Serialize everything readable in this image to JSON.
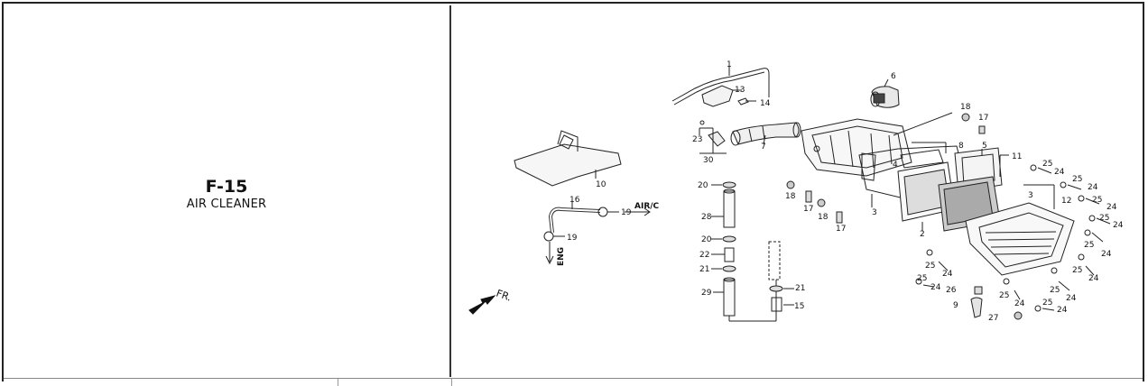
{
  "section": {
    "code": "F-15",
    "name": "AIR CLEANER"
  },
  "labels": {
    "air_c": "AIR/C",
    "eng": "ENG",
    "front": "FR."
  },
  "parts": [
    "1",
    "2",
    "3",
    "3",
    "4",
    "5",
    "6",
    "7",
    "8",
    "9",
    "10",
    "11",
    "12",
    "13",
    "14",
    "15",
    "16",
    "17",
    "17",
    "17",
    "18",
    "18",
    "18",
    "19",
    "19",
    "20",
    "20",
    "21",
    "21",
    "23",
    "24",
    "25",
    "26",
    "27",
    "28",
    "29",
    "30",
    "22"
  ]
}
